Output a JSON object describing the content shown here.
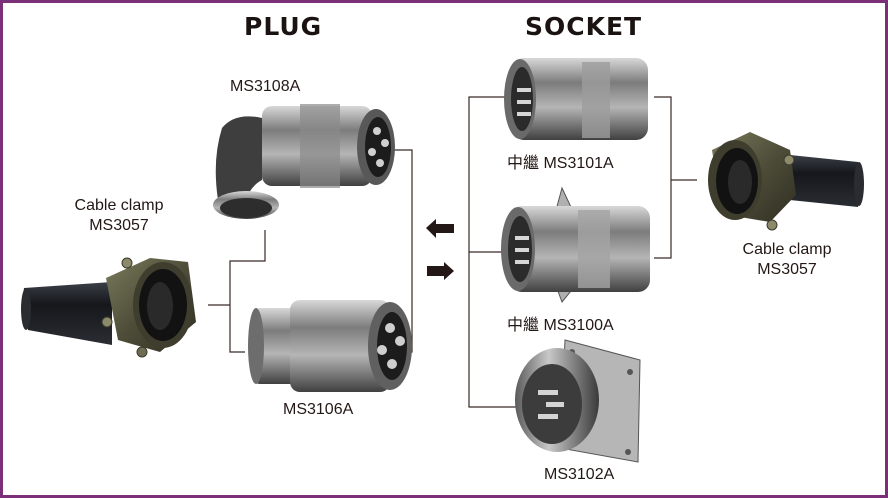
{
  "headings": {
    "plug": "PLUG",
    "socket": "SOCKET"
  },
  "plug": {
    "angled": {
      "label": "MS3108A",
      "icon": "angled-plug-connector"
    },
    "straight": {
      "label": "MS3106A",
      "icon": "straight-plug-connector"
    }
  },
  "socket": {
    "cable_receptacle": {
      "label": "中繼 MS3101A",
      "icon": "cable-receptacle-connector"
    },
    "box_receptacle": {
      "label": "中繼 MS3100A",
      "icon": "wall-mount-receptacle-connector"
    },
    "box_mount": {
      "label": "MS3102A",
      "icon": "box-mount-receptacle-connector"
    }
  },
  "clamp_left": {
    "line1": "Cable clamp",
    "line2": "MS3057",
    "icon": "cable-clamp"
  },
  "clamp_right": {
    "line1": "Cable clamp",
    "line2": "MS3057",
    "icon": "cable-clamp"
  },
  "arrows": {
    "left": "arrow-left",
    "right": "arrow-right"
  },
  "colors": {
    "border": "#7b2f78",
    "text": "#231815",
    "line": "#3a2a26",
    "clamp": "#5d5c44",
    "cable": "#1e2024",
    "metal": "#8f8f8f"
  }
}
